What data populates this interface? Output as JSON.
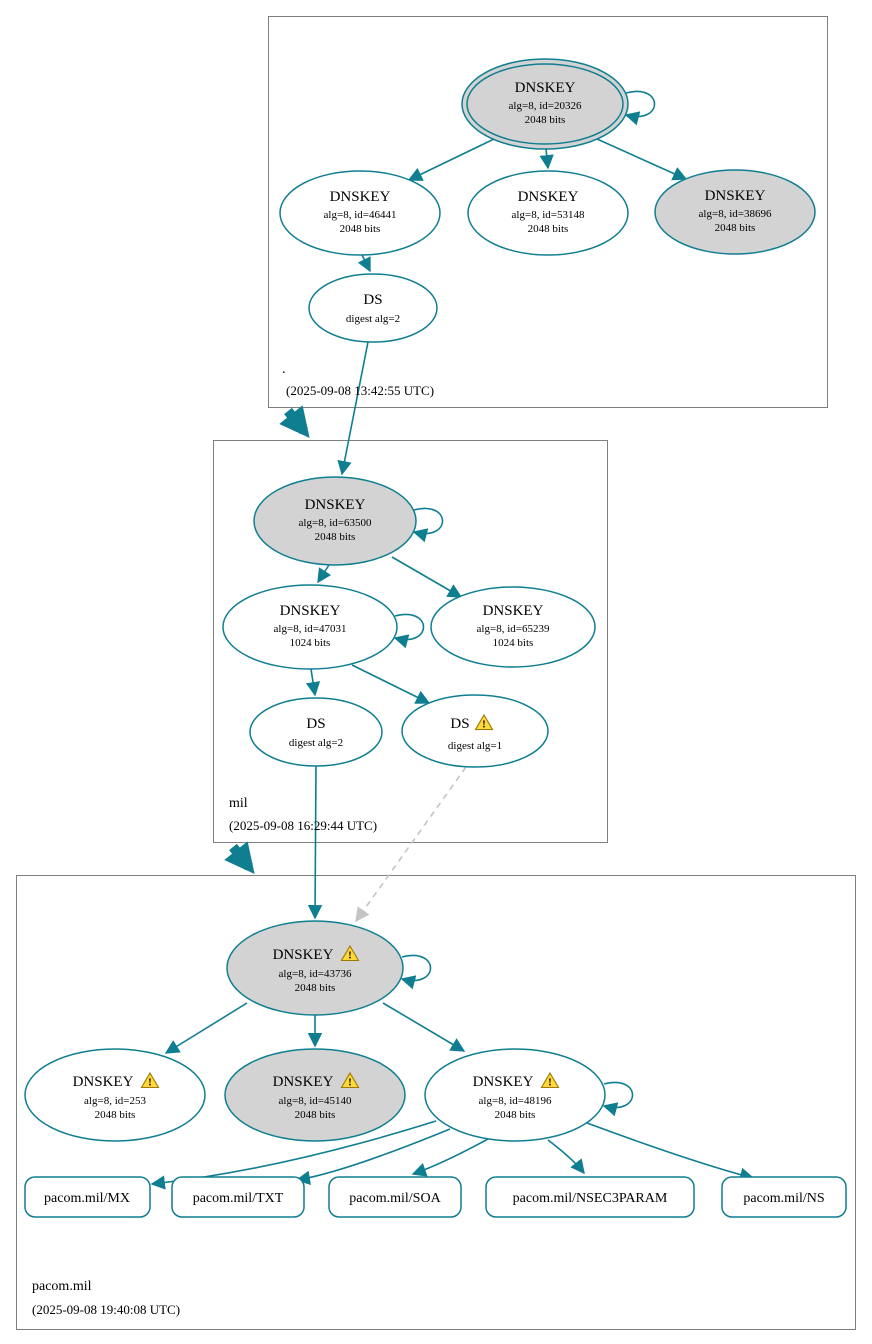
{
  "colors": {
    "edge": "#0f7e91",
    "ksk_fill": "#d3d3d3",
    "node_fill": "#ffffff",
    "warning_fill": "#ffd83a",
    "dashed_edge": "#c4c4c4",
    "box_border": "#7f7f7f"
  },
  "icons": {
    "warning_glyph": "!"
  },
  "root": {
    "label": ".",
    "timestamp": "(2025-09-08 13:42:55 UTC)",
    "ksk": {
      "title": "DNSKEY",
      "detail1": "alg=8, id=20326",
      "detail2": "2048 bits"
    },
    "zsk1": {
      "title": "DNSKEY",
      "detail1": "alg=8, id=46441",
      "detail2": "2048 bits"
    },
    "zsk2": {
      "title": "DNSKEY",
      "detail1": "alg=8, id=53148",
      "detail2": "2048 bits"
    },
    "ksk2": {
      "title": "DNSKEY",
      "detail1": "alg=8, id=38696",
      "detail2": "2048 bits"
    },
    "ds": {
      "title": "DS",
      "detail1": "digest alg=2"
    }
  },
  "mil": {
    "label": "mil",
    "timestamp": "(2025-09-08 16:29:44 UTC)",
    "ksk": {
      "title": "DNSKEY",
      "detail1": "alg=8, id=63500",
      "detail2": "2048 bits"
    },
    "zsk1": {
      "title": "DNSKEY",
      "detail1": "alg=8, id=47031",
      "detail2": "1024 bits"
    },
    "zsk2": {
      "title": "DNSKEY",
      "detail1": "alg=8, id=65239",
      "detail2": "1024 bits"
    },
    "ds2": {
      "title": "DS",
      "detail1": "digest alg=2"
    },
    "ds1": {
      "title": "DS",
      "detail1": "digest alg=1"
    }
  },
  "pacom": {
    "label": "pacom.mil",
    "timestamp": "(2025-09-08 19:40:08 UTC)",
    "ksk": {
      "title": "DNSKEY",
      "detail1": "alg=8, id=43736",
      "detail2": "2048 bits"
    },
    "key253": {
      "title": "DNSKEY",
      "detail1": "alg=8, id=253",
      "detail2": "2048 bits"
    },
    "key45140": {
      "title": "DNSKEY",
      "detail1": "alg=8, id=45140",
      "detail2": "2048 bits"
    },
    "key48196": {
      "title": "DNSKEY",
      "detail1": "alg=8, id=48196",
      "detail2": "2048 bits"
    },
    "records": {
      "mx": "pacom.mil/MX",
      "txt": "pacom.mil/TXT",
      "soa": "pacom.mil/SOA",
      "nsec3param": "pacom.mil/NSEC3PARAM",
      "ns": "pacom.mil/NS"
    }
  }
}
